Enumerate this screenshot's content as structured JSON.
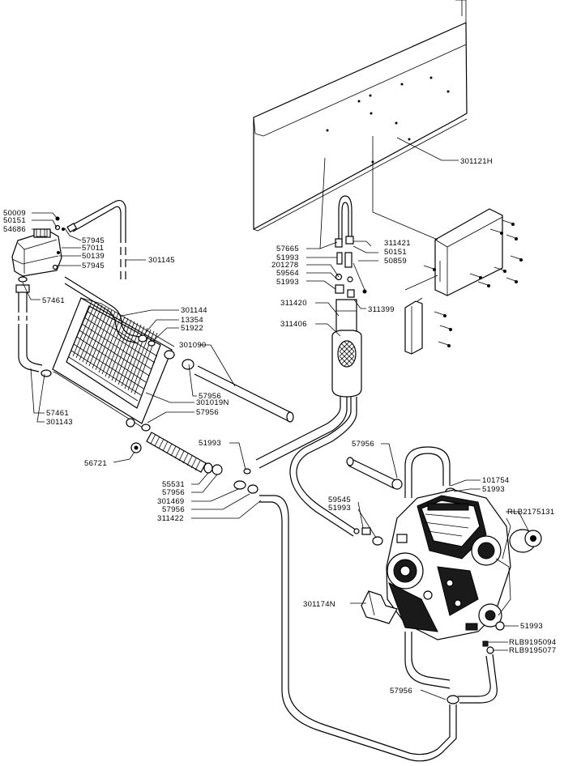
{
  "callouts": {
    "c_301121H": "301121H",
    "c_311421": "311421",
    "c_50151_r": "50151",
    "c_50859": "50859",
    "c_57665": "57665",
    "c_51993_a": "51993",
    "c_201278": "201278",
    "c_59564": "59564",
    "c_51993_b": "51993",
    "c_311420": "311420",
    "c_311399": "311399",
    "c_311406": "311406",
    "c_50009": "50009",
    "c_50151_l": "50151",
    "c_54686": "54686",
    "c_57945_a": "57945",
    "c_57011": "57011",
    "c_50139": "50139",
    "c_57945_b": "57945",
    "c_301145": "301145",
    "c_57461_a": "57461",
    "c_301144": "301144",
    "c_13354": "13354",
    "c_51922": "51922",
    "c_301090": "301090",
    "c_57956_a": "57956",
    "c_301019N": "301019N",
    "c_57956_b": "57956",
    "c_57461_b": "57461",
    "c_301143": "301143",
    "c_51993_c": "51993",
    "c_56721": "56721",
    "c_55531": "55531",
    "c_57956_c": "57956",
    "c_301469": "301469",
    "c_57956_d": "57956",
    "c_311422": "311422",
    "c_57956_e": "57956",
    "c_101754": "101754",
    "c_51993_d": "51993",
    "c_RLB2175131": "RLB2175131",
    "c_59545": "59545",
    "c_51993_e": "51993",
    "c_301174N": "301174N",
    "c_51993_f": "51993",
    "c_RLB9195094": "RLB9195094",
    "c_RLB9195077": "RLB9195077",
    "c_57956_f": "57956"
  }
}
